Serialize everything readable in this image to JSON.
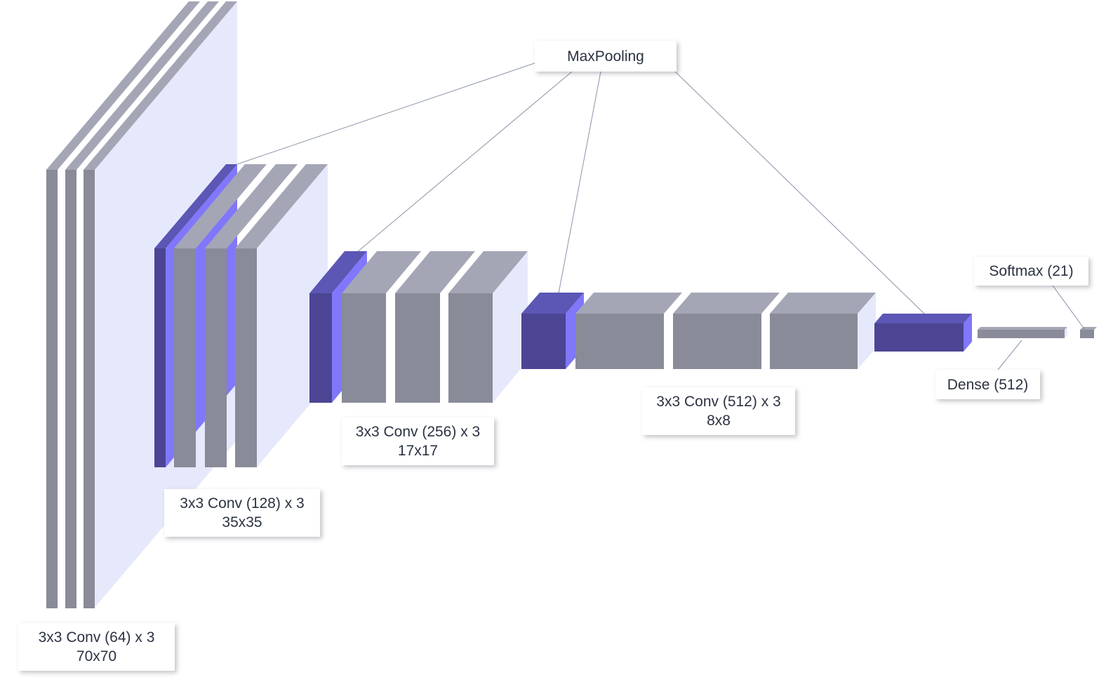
{
  "labels": {
    "maxpooling": "MaxPooling",
    "conv64": {
      "line1": "3x3 Conv (64) x 3",
      "line2": "70x70"
    },
    "conv128": {
      "line1": "3x3 Conv (128) x 3",
      "line2": "35x35"
    },
    "conv256": {
      "line1": "3x3 Conv (256) x 3",
      "line2": "17x17"
    },
    "conv512": {
      "line1": "3x3 Conv (512) x 3",
      "line2": "8x8"
    },
    "dense": "Dense (512)",
    "softmax": "Softmax (21)"
  },
  "colors": {
    "conv_front": "#898b98",
    "conv_top": "#a4a6b6",
    "conv_panel": "#e6e9fb",
    "pool_front": "#4b4593",
    "pool_top": "#5c56b5",
    "pool_side": "#8077fb",
    "connector": "#8a93a8",
    "text": "#2b3242"
  }
}
